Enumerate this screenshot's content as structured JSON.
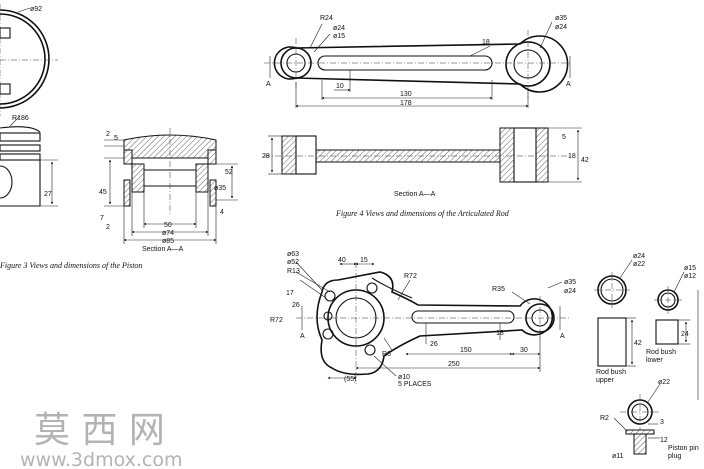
{
  "piston": {
    "caption": "Figure 3  Views and dimensions of the Piston",
    "section_label": "Section  A—A",
    "dims": {
      "d92": "ø92",
      "r186": "R186",
      "d27": "27",
      "d2a": "2",
      "d5": "5",
      "d45": "45",
      "d7": "7",
      "d2b": "2",
      "d52": "52",
      "d35": "ø35",
      "d4": "4",
      "d50": "50",
      "d74": "ø74",
      "d85": "ø85"
    }
  },
  "rod": {
    "caption": "Figure 4  Views and dimensions of the Articulated Rod",
    "section_label": "Section A—A",
    "dims": {
      "r24": "R24",
      "d24a": "ø24",
      "d15": "ø15",
      "d35": "ø35",
      "d24b": "ø24",
      "d18": "18",
      "d10": "10",
      "d130": "130",
      "d178": "178",
      "d28": "28",
      "d5": "5",
      "d18b": "18",
      "d42": "42",
      "a1": "A",
      "a2": "A"
    }
  },
  "master": {
    "dims": {
      "d63": "ø63",
      "d52": "ø52",
      "r13": "R13",
      "d40": "40",
      "d15": "15",
      "r72a": "R72",
      "d17": "17",
      "d26a": "26",
      "r72b": "R72",
      "r35": "R35",
      "d35": "ø35",
      "d24": "ø24",
      "d18": "18",
      "d26b": "26",
      "d150": "150",
      "d30": "30",
      "r6": "R6",
      "d250": "250",
      "d55": "(55)",
      "d10": "ø10",
      "places": "5 PLACES",
      "a1": "A",
      "a2": "A"
    }
  },
  "bush": {
    "dims": {
      "d24": "ø24",
      "d22": "ø22",
      "d15": "ø15",
      "d12": "ø12",
      "d42": "42",
      "d24b": "24",
      "upper1": "Rod  bush",
      "upper2": "upper",
      "lower1": "Rod  bush",
      "lower2": "lower"
    }
  },
  "pin": {
    "dims": {
      "d22": "ø22",
      "r2": "R2",
      "d3": "3",
      "d12": "12",
      "d11": "ø11",
      "label1": "Piston  pin",
      "label2": "plug"
    }
  },
  "watermark": {
    "cn": "莫  西  网",
    "url": "www.3dmox.com"
  }
}
